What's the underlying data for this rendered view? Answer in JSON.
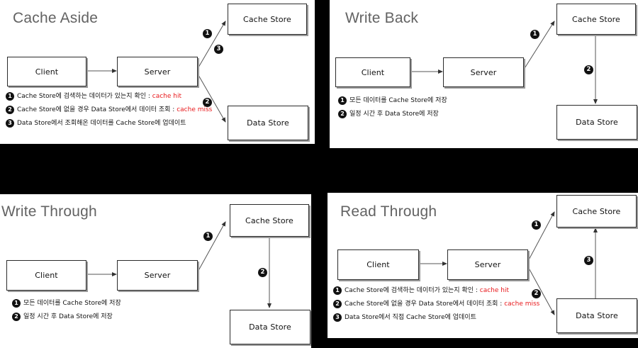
{
  "panels": [
    {
      "id": "cache-aside",
      "title": "Cache Aside",
      "nodes": {
        "client": "Client",
        "server": "Server",
        "cache": "Cache Store",
        "data": "Data Store"
      },
      "badges": [
        "1",
        "3",
        "2"
      ],
      "legend": [
        {
          "num": "1",
          "text": "Cache Store에 검색하는 데이터가 있는지 확인 : ",
          "highlight": "cache hit"
        },
        {
          "num": "2",
          "text": "Cache Store에 없을 경우 Data Store에서 데이터 조회 : ",
          "highlight": "cache miss"
        },
        {
          "num": "3",
          "text": "Data Store에서 조회해온 데이터를 Cache Store에 업데이트",
          "highlight": ""
        }
      ]
    },
    {
      "id": "write-back",
      "title": "Write Back",
      "nodes": {
        "client": "Client",
        "server": "Server",
        "cache": "Cache Store",
        "data": "Data Store"
      },
      "badges": [
        "1",
        "2"
      ],
      "legend": [
        {
          "num": "1",
          "text": "모든 데이터를 Cache Store에 저장",
          "highlight": ""
        },
        {
          "num": "2",
          "text": "일정 시간 후 Data Store에 저장",
          "highlight": ""
        }
      ]
    },
    {
      "id": "write-through",
      "title": "Write Through",
      "nodes": {
        "client": "Client",
        "server": "Server",
        "cache": "Cache Store",
        "data": "Data Store"
      },
      "badges": [
        "1",
        "2"
      ],
      "legend": [
        {
          "num": "1",
          "text": "모든 데이터를 Cache Store에 저장",
          "highlight": ""
        },
        {
          "num": "2",
          "text": "일정 시간 후 Data Store에 저장",
          "highlight": ""
        }
      ]
    },
    {
      "id": "read-through",
      "title": "Read Through",
      "nodes": {
        "client": "Client",
        "server": "Server",
        "cache": "Cache Store",
        "data": "Data Store"
      },
      "badges": [
        "1",
        "3",
        "2"
      ],
      "legend": [
        {
          "num": "1",
          "text": "Cache Store에 검색하는 데이터가 있는지 확인 : ",
          "highlight": "cache hit"
        },
        {
          "num": "2",
          "text": "Cache Store에 없을 경우 Data Store에서 데이터 조회 : ",
          "highlight": "cache miss"
        },
        {
          "num": "3",
          "text": "Data Store에서 직접 Cache Store에 업데이트",
          "highlight": ""
        }
      ]
    }
  ],
  "colors": {
    "title": "#636363",
    "highlight": "#e8191c",
    "box_border": "#2b2b2b",
    "background": "#000000",
    "panel": "#ffffff"
  }
}
